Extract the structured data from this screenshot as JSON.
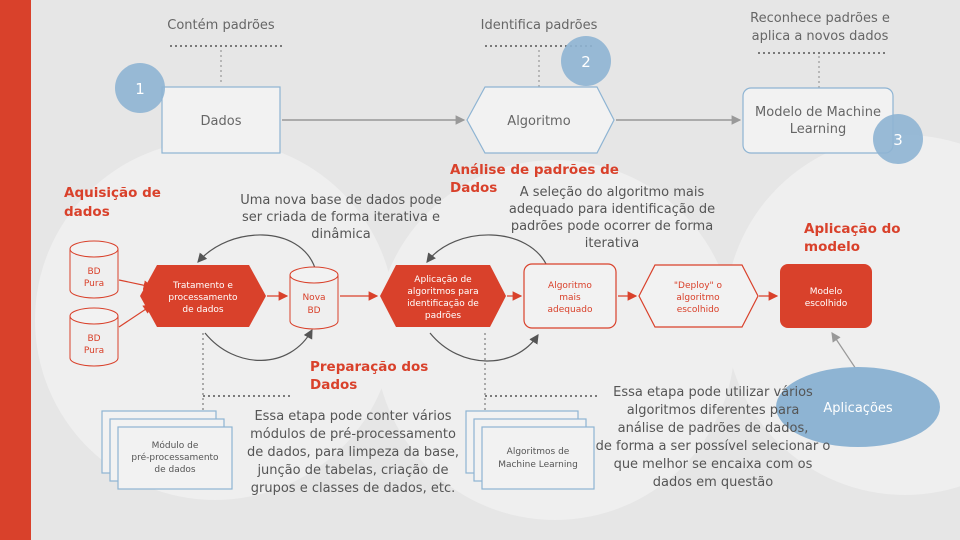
{
  "colors": {
    "accent": "#d9412b",
    "background": "#e6e6e6",
    "blue_circle": "#8eb4d3",
    "box_border": "#8eb4d3",
    "text_gray": "#666666"
  },
  "top": {
    "dados": {
      "label": "Dados",
      "note": "Contém padrões",
      "number": "1"
    },
    "algoritmo": {
      "label": "Algoritmo",
      "note": "Identifica padrões",
      "number": "2"
    },
    "modelo": {
      "label_line1": "Modelo de Machine",
      "label_line2": "Learning",
      "note_line1": "Reconhece padrões e",
      "note_line2": "aplica a novos dados",
      "number": "3"
    }
  },
  "sections": {
    "aquisicao": {
      "line1": "Aquisição de",
      "line2": "dados"
    },
    "analise": {
      "line1": "Análise de padrões de",
      "line2": "Dados"
    },
    "preparacao": {
      "line1": "Preparação dos",
      "line2": "Dados"
    },
    "aplicacao": {
      "line1": "Aplicação do",
      "line2": "modelo"
    }
  },
  "notes": {
    "nova_base": {
      "line1": "Uma nova base de dados pode",
      "line2": "ser criada de forma iterativa e",
      "line3": "dinâmica"
    },
    "selecao": {
      "line1": "A seleção do algoritmo mais",
      "line2": "adequado para identificação de",
      "line3": "padrões pode ocorrer de forma",
      "line4": "iterativa"
    },
    "etapa_pre": {
      "line1": "Essa etapa pode conter vários",
      "line2": "módulos de pré-processamento",
      "line3": "de dados, para limpeza da base,",
      "line4": "junção de tabelas, criação de",
      "line5": "grupos e classes de dados, etc."
    },
    "etapa_alg": {
      "line1": "Essa etapa pode utilizar vários",
      "line2": "algoritmos diferentes para",
      "line3": "análise de padrões de dados,",
      "line4": "de forma a ser possível selecionar o",
      "line5": "que melhor se encaixa com os",
      "line6": "dados em questão"
    }
  },
  "flow": {
    "bd1": {
      "line1": "BD",
      "line2": "Pura"
    },
    "bd2": {
      "line1": "BD",
      "line2": "Pura"
    },
    "tratamento": {
      "line1": "Tratamento e",
      "line2": "processamento",
      "line3": "de dados"
    },
    "nova_bd": {
      "line1": "Nova",
      "line2": "BD"
    },
    "aplicacao_alg": {
      "line1": "Aplicação de",
      "line2": "algoritmos para",
      "line3": "identificação de",
      "line4": "padrões"
    },
    "alg_adequado": {
      "line1": "Algoritmo",
      "line2": "mais",
      "line3": "adequado"
    },
    "deploy": {
      "line1": "\"Deploy\" o",
      "line2": "algoritmo",
      "line3": "escolhido"
    },
    "modelo_escolhido": {
      "line1": "Modelo",
      "line2": "escolhido"
    },
    "aplicacoes": {
      "label": "Aplicações"
    }
  },
  "stacks": {
    "modulo": {
      "line1": "Módulo de",
      "line2": "pré-processamento",
      "line3": "de dados"
    },
    "algoritmos_ml": {
      "line1": "Algoritmos de",
      "line2": "Machine Learning"
    }
  }
}
